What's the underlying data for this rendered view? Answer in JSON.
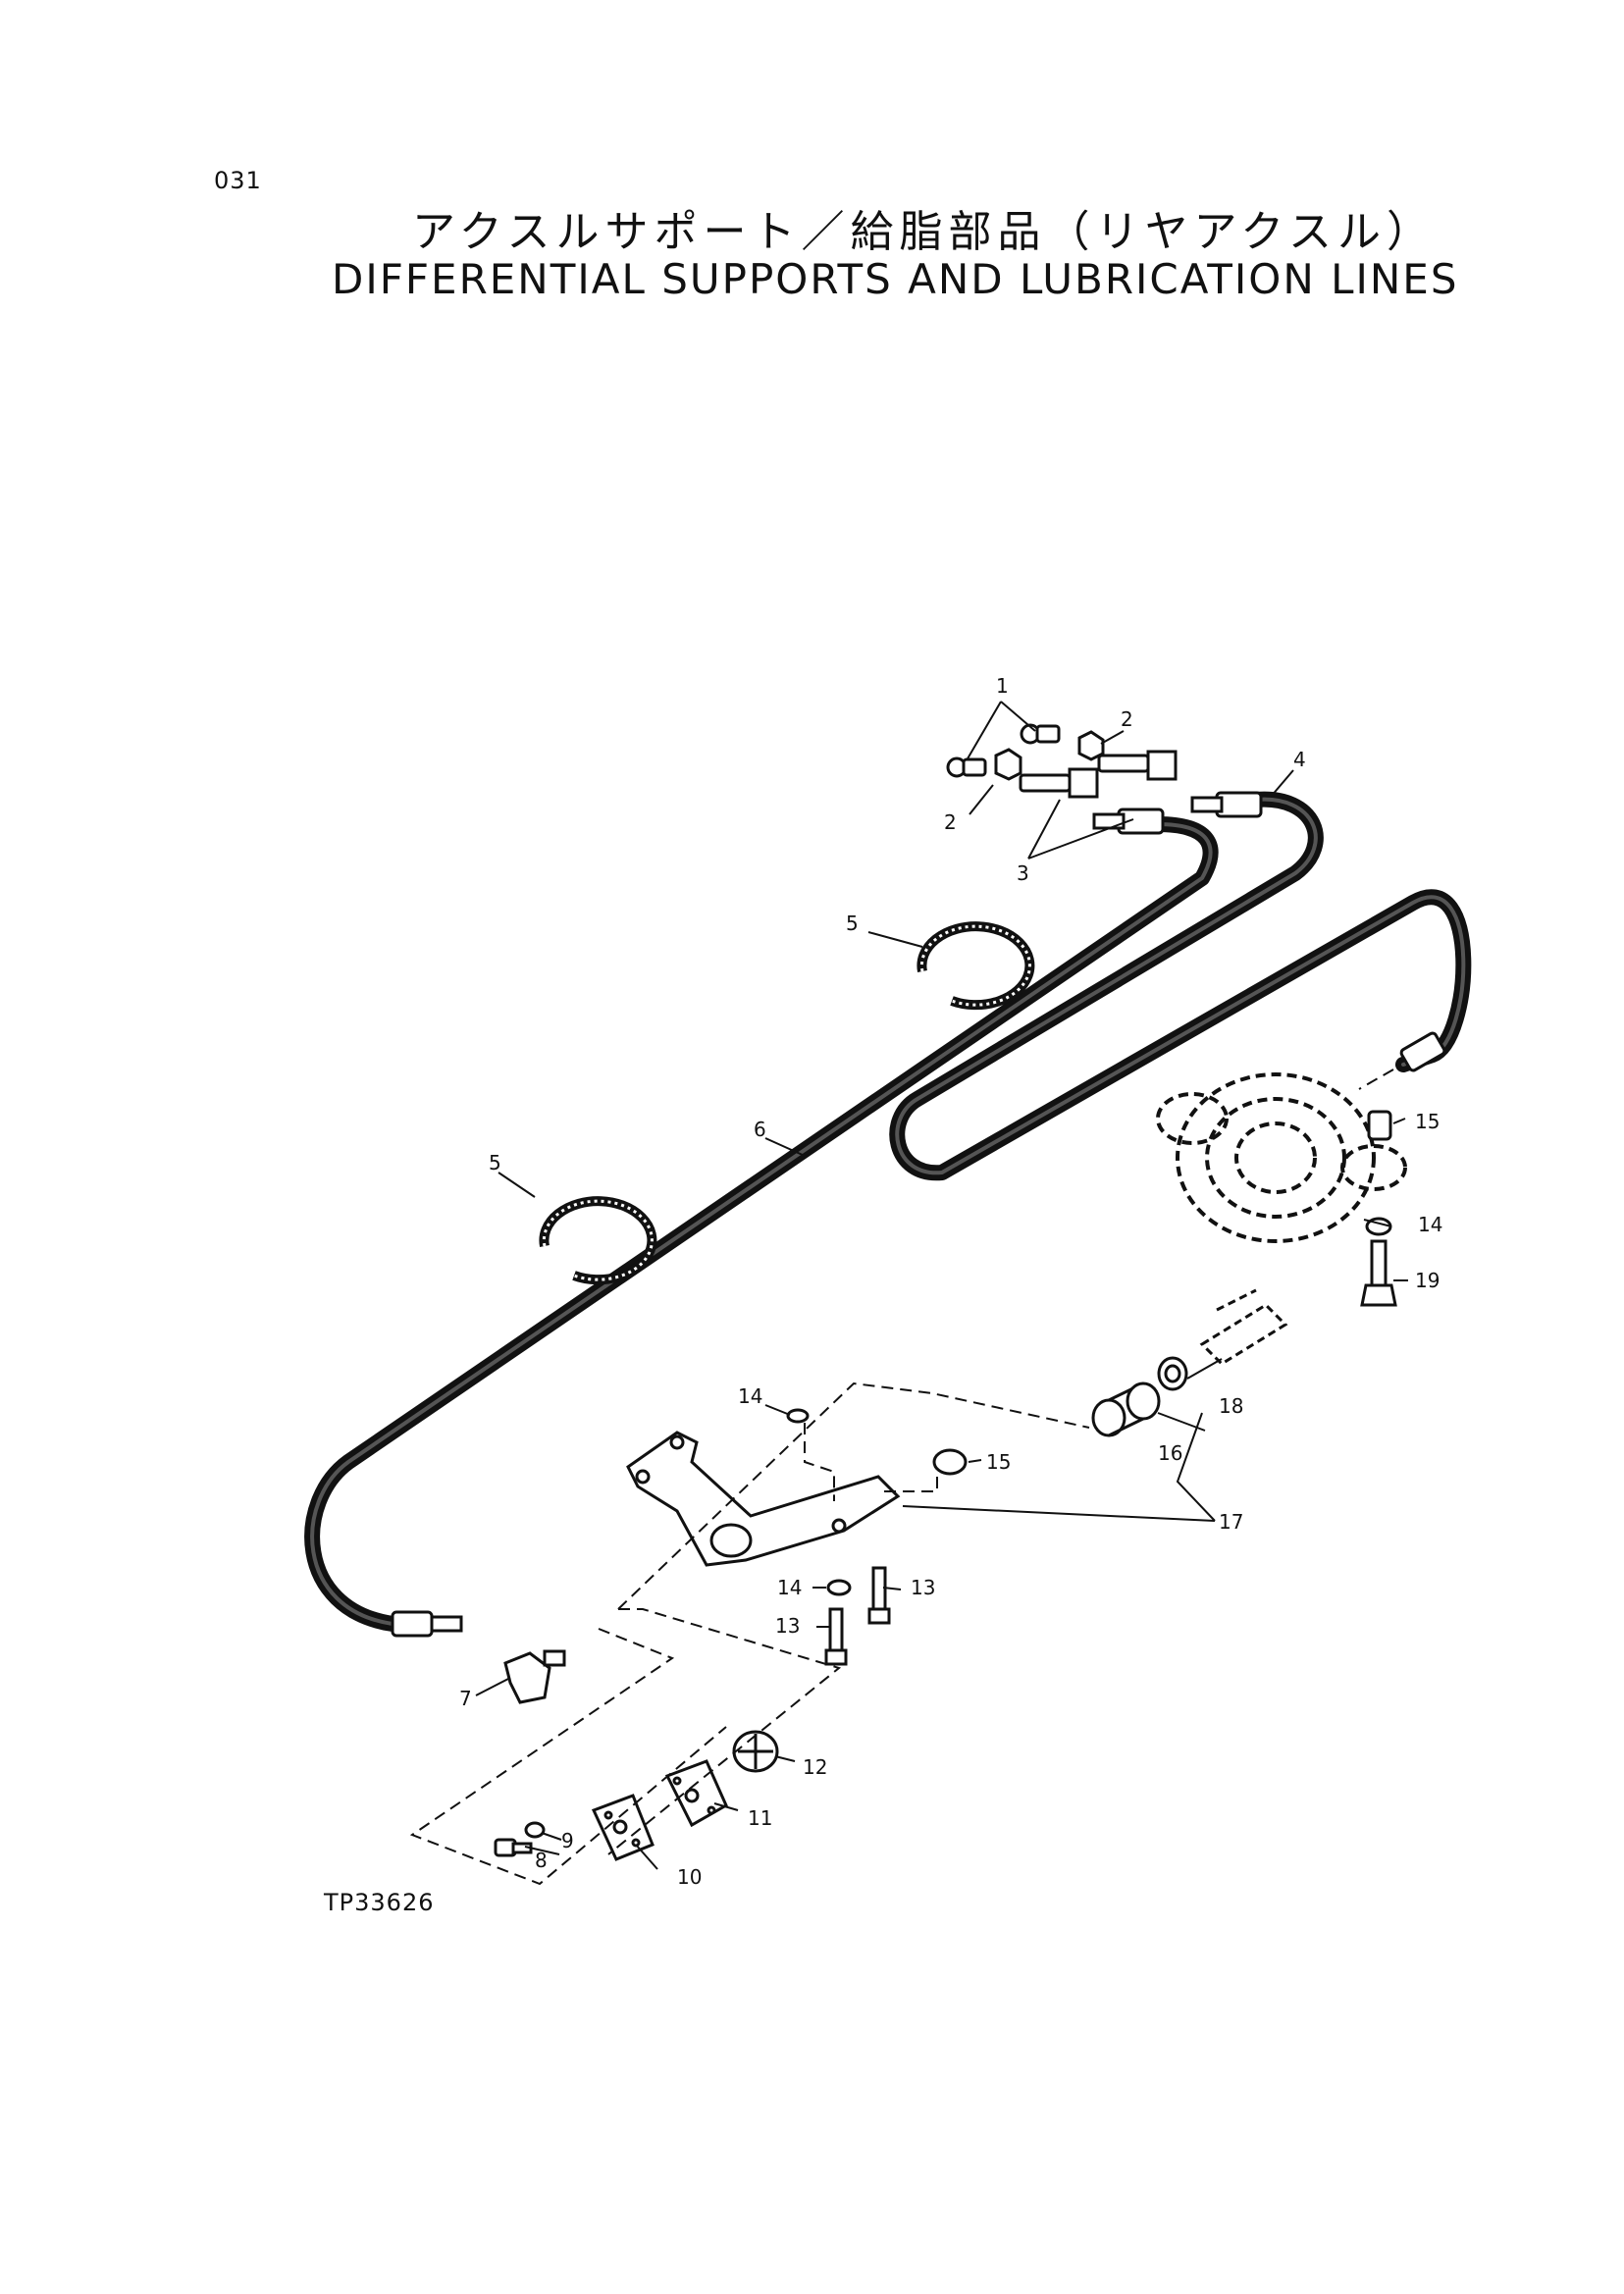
{
  "page": {
    "number": "031",
    "title_jp": "アクスルサポート／給脂部品（リヤアクスル）",
    "title_en": "DIFFERENTIAL SUPPORTS AND LUBRICATION LINES",
    "figure_code": "TP33626"
  },
  "callouts": [
    "1",
    "2",
    "2",
    "3",
    "4",
    "5",
    "5",
    "6",
    "7",
    "8",
    "9",
    "10",
    "11",
    "12",
    "13",
    "13",
    "14",
    "14",
    "14",
    "15",
    "15",
    "16",
    "17",
    "18",
    "19"
  ]
}
